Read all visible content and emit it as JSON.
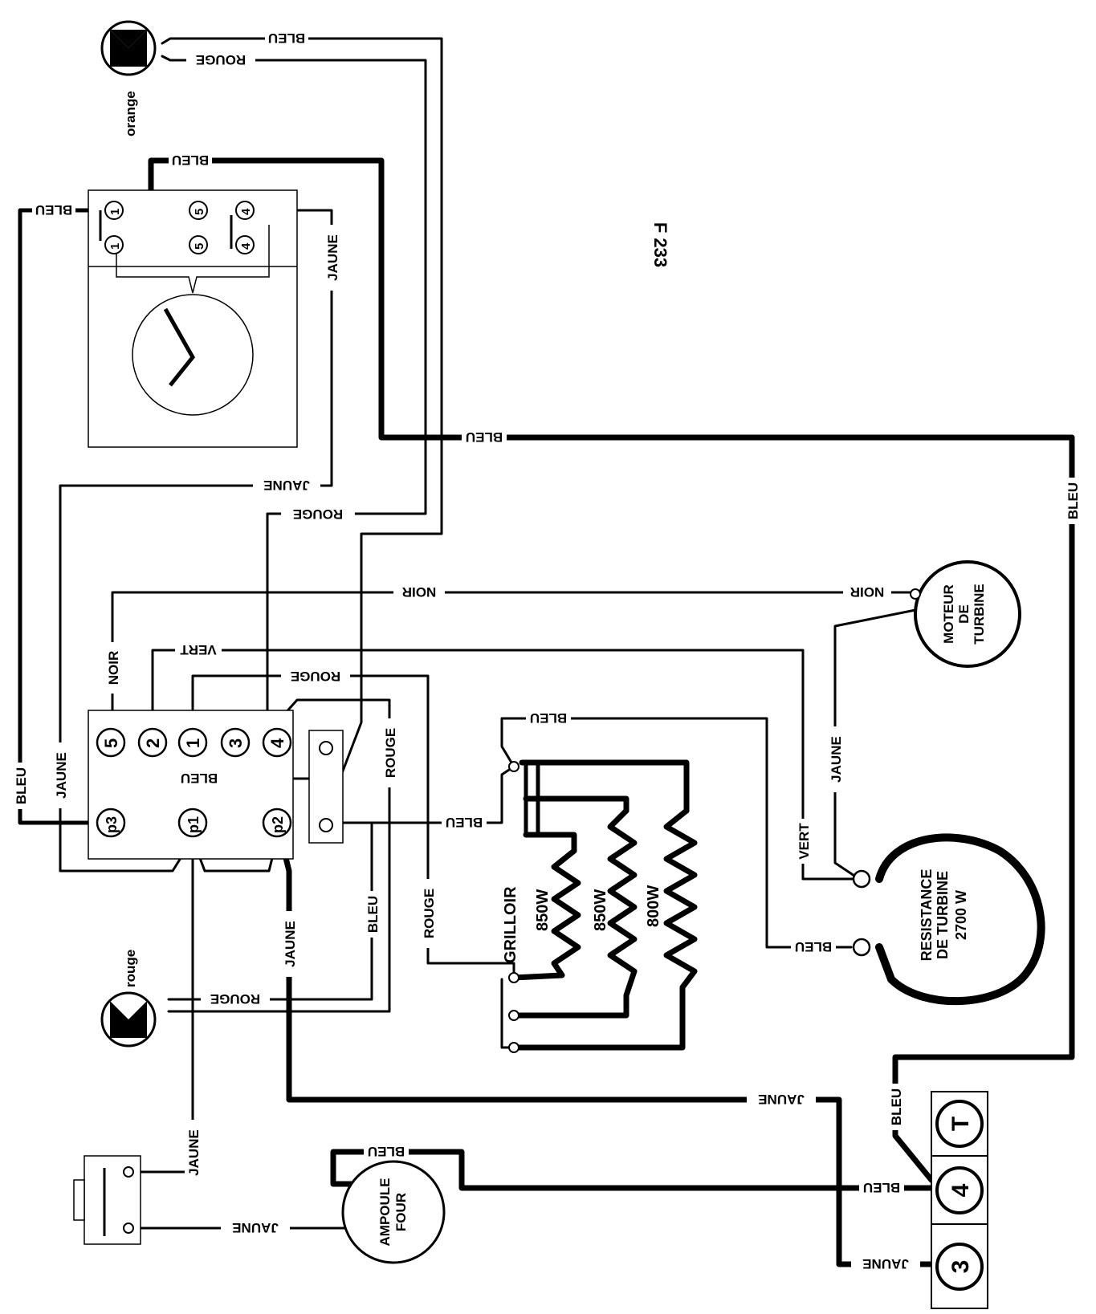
{
  "figure_ref": "F 233",
  "wires": {
    "bleu": "BLEU",
    "rouge": "ROUGE",
    "jaune": "JAUNE",
    "noir": "NOIR",
    "vert": "VERT"
  },
  "lamps": {
    "orange": "orange",
    "rouge": "rouge"
  },
  "components": {
    "moteur": [
      "MOTEUR",
      "DE",
      "TURBINE"
    ],
    "resistance": [
      "RESISTANCE",
      "DE TURBINE",
      "2700 W"
    ],
    "grilloir": "GRILLOIR",
    "grill_powers": [
      "850W",
      "850W",
      "800W"
    ],
    "ampoule": [
      "AMPOULE",
      "FOUR"
    ]
  },
  "terminals": {
    "timer": [
      "1",
      "1",
      "5",
      "5",
      "4",
      "4"
    ],
    "main_top": [
      "5",
      "2",
      "1",
      "3",
      "4"
    ],
    "main_bottom": [
      "p3",
      "p1",
      "p2"
    ],
    "block": [
      "T",
      "4",
      "3"
    ]
  },
  "colors": {
    "ink": "#000000",
    "paper": "#ffffff"
  }
}
